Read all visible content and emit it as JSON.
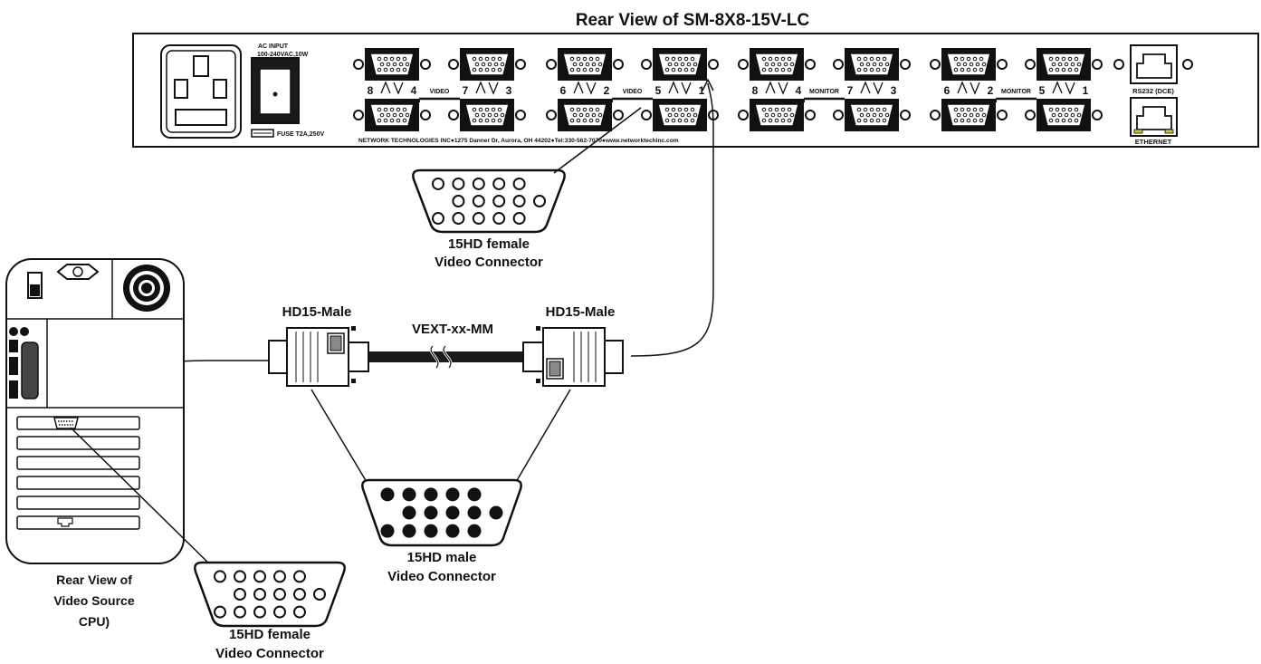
{
  "title": "Rear View of SM-8X8-15V-LC",
  "panel": {
    "ac_input_line1": "AC INPUT",
    "ac_input_line2": "100-240VAC,10W",
    "fuse": "FUSE T2A,250V",
    "manufacturer_line": "NETWORK TECHNOLOGIES INC●1275 Danner Dr, Aurora, OH 44202●Tel:330-562-7070●www.networktechinc.com",
    "rs232": "RS232 (DCE)",
    "ethernet": "ETHERNET",
    "groups": [
      {
        "label": "VIDEO",
        "top_left": "8",
        "top_right": "7",
        "bot_left": "4",
        "bot_right": "3"
      },
      {
        "label": "VIDEO",
        "top_left": "6",
        "top_right": "5",
        "bot_left": "2",
        "bot_right": "1"
      },
      {
        "label": "MONITOR",
        "top_left": "8",
        "top_right": "7",
        "bot_left": "4",
        "bot_right": "3"
      },
      {
        "label": "MONITOR",
        "top_left": "6",
        "top_right": "5",
        "bot_left": "2",
        "bot_right": "1"
      }
    ]
  },
  "connector_top": {
    "line1": "15HD female",
    "line2": "Video Connector"
  },
  "cable": {
    "left_end": "HD15-Male",
    "right_end": "HD15-Male",
    "model": "VEXT-xx-MM"
  },
  "connector_male": {
    "line1": "15HD male",
    "line2": "Video Connector"
  },
  "connector_bottom": {
    "line1": "15HD female",
    "line2": "Video Connector"
  },
  "cpu_label": {
    "line1": "Rear View of",
    "line2": "Video Source",
    "line3": "CPU)"
  },
  "colors": {
    "ink": "#111111",
    "panel_fill": "#ffffff",
    "rj_led": "#c8c832"
  }
}
